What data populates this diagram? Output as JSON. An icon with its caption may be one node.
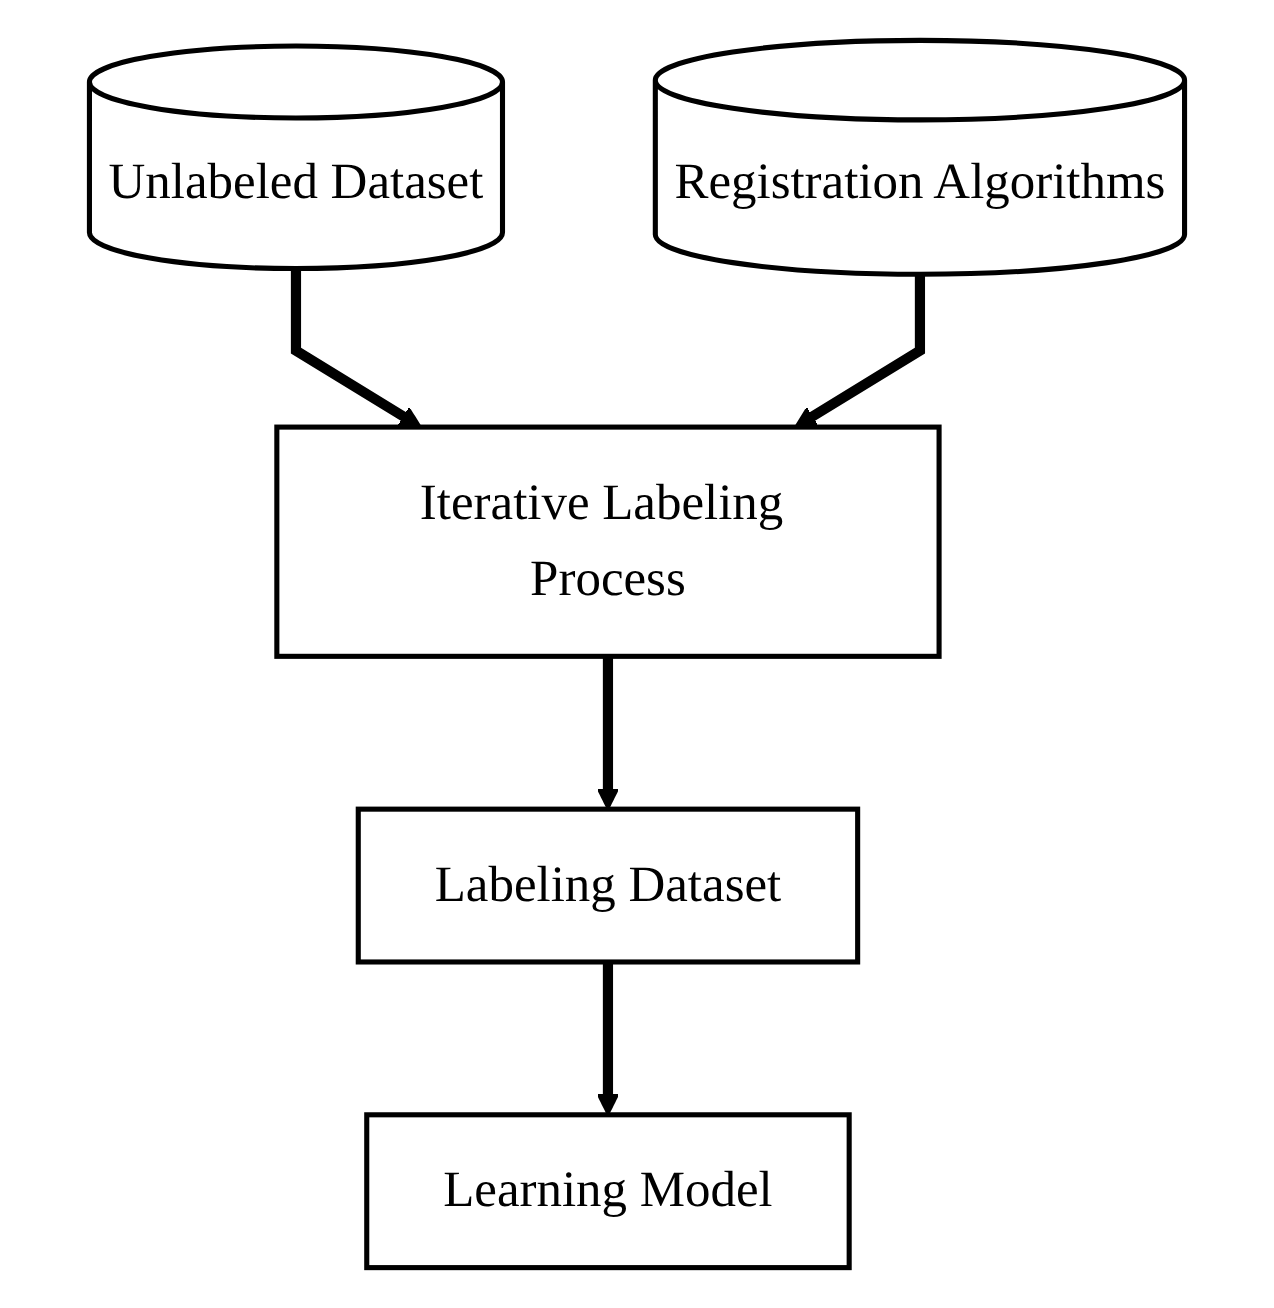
{
  "diagram": {
    "nodes": [
      {
        "text": [
          "Unlabeled Dataset"
        ]
      },
      {
        "text": [
          "Registration Algorithms"
        ]
      },
      {
        "text": [
          "Iterative Labeling Process"
        ]
      },
      {
        "text": [
          "Labeling Dataset"
        ]
      },
      {
        "text": [
          "Learning Model"
        ]
      }
    ],
    "edges": [
      {
        "from": 0,
        "to": 2,
        "arrow": "to"
      },
      {
        "from": 1,
        "to": 2,
        "arrow": "to"
      },
      {
        "from": 2,
        "to": 3,
        "arrow": "to"
      },
      {
        "from": 3,
        "to": 4,
        "arrow": "to"
      }
    ]
  }
}
